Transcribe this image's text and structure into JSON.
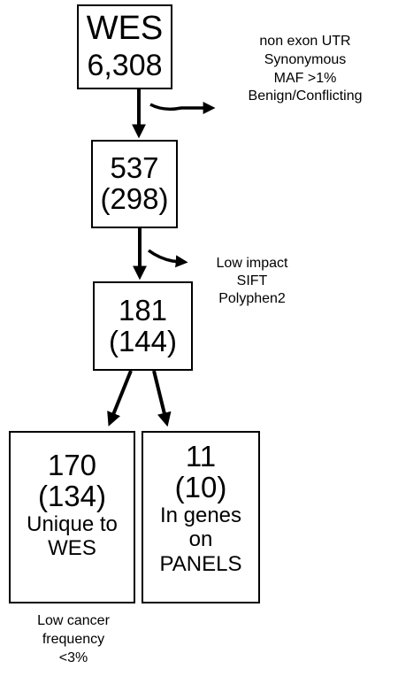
{
  "nodes": {
    "wes": {
      "title": "WES",
      "count": "6,308"
    },
    "n537": {
      "count": "537",
      "sub": "(298)"
    },
    "n181": {
      "count": "181",
      "sub": "(144)"
    },
    "n170": {
      "count": "170",
      "sub": "(134)",
      "label1": "Unique to",
      "label2": "WES"
    },
    "n11": {
      "count": "11",
      "sub": "(10)",
      "label1": "In genes",
      "label2": "on",
      "label3": "PANELS"
    }
  },
  "filters": {
    "f1": [
      "non exon UTR",
      "Synonymous",
      "MAF >1%",
      "Benign/Conflicting"
    ],
    "f2": [
      "Low impact",
      "SIFT",
      "Polyphen2"
    ],
    "f3": [
      "Low cancer",
      "frequency",
      "<3%"
    ]
  }
}
